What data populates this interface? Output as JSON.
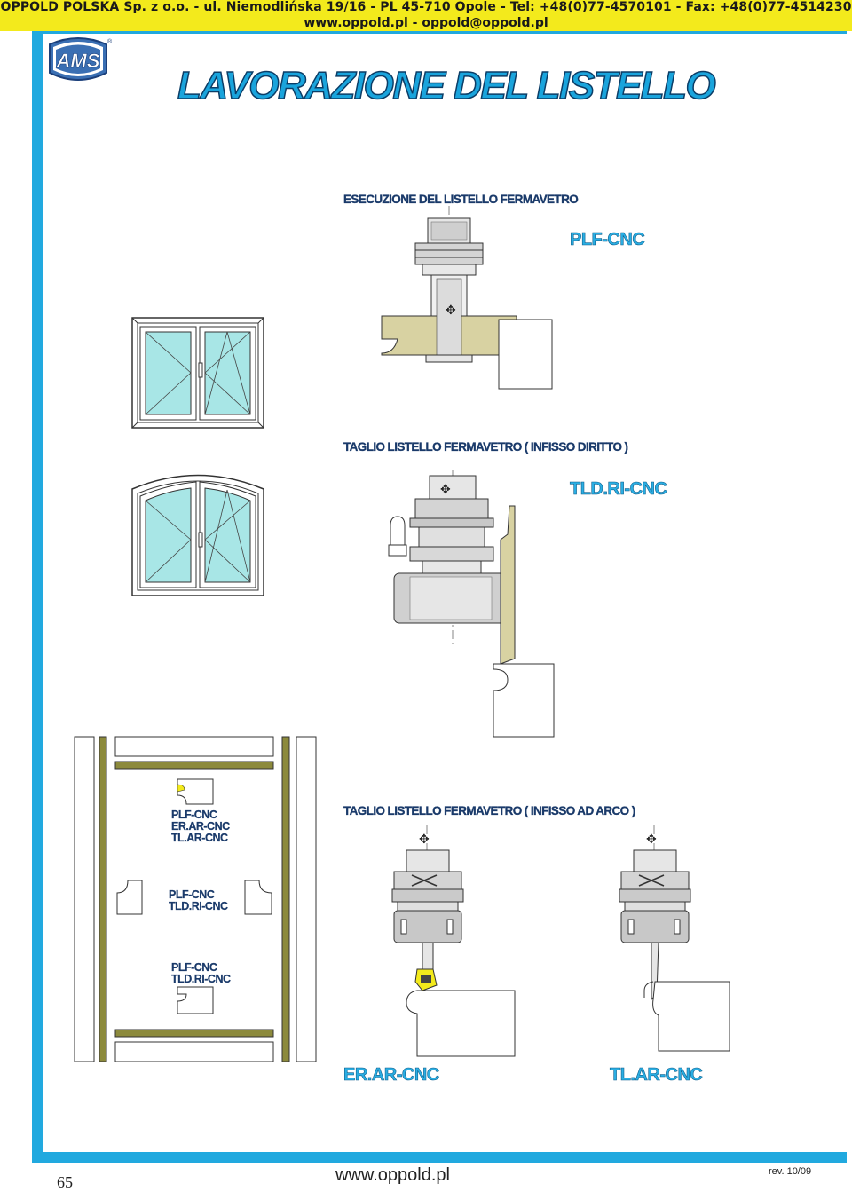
{
  "header": {
    "line1": "OPPOLD POLSKA Sp. z o.o. - ul. Niemodlińska 19/16 - PL 45-710 Opole - Tel: +48(0)77-4570101 - Fax: +48(0)77-4514230",
    "line2": "www.oppold.pl - oppold@oppold.pl"
  },
  "logo": {
    "text": "AMS",
    "mark": "®"
  },
  "title": "LAVORAZIONE DEL LISTELLO",
  "sections": {
    "s1": {
      "heading": "ESECUZIONE DEL LISTELLO FERMAVETRO",
      "code": "PLF-CNC"
    },
    "s2": {
      "heading": "TAGLIO LISTELLO FERMAVETRO ( INFISSO DIRITTO )",
      "code": "TLD.RI-CNC"
    },
    "s3": {
      "heading": "TAGLIO LISTELLO FERMAVETRO ( INFISSO AD ARCO )",
      "code_left": "ER.AR-CNC",
      "code_right": "TL.AR-CNC"
    }
  },
  "diagram_labels": {
    "group1": [
      "PLF-CNC",
      "ER.AR-CNC",
      "TL.AR-CNC"
    ],
    "group2": [
      "PLF-CNC",
      "TLD.RI-CNC"
    ],
    "group3": [
      "PLF-CNC",
      "TLD.RI-CNC"
    ]
  },
  "footer": {
    "page": "65",
    "url": "www.oppold.pl",
    "rev": "rev. 10/09"
  },
  "colors": {
    "accent_blue": "#21a9df",
    "header_yellow": "#f3ea1c",
    "glass": "#a8e6e6",
    "frame_olive": "#8c8a3c",
    "tool_grey": "#c8c8c8"
  }
}
